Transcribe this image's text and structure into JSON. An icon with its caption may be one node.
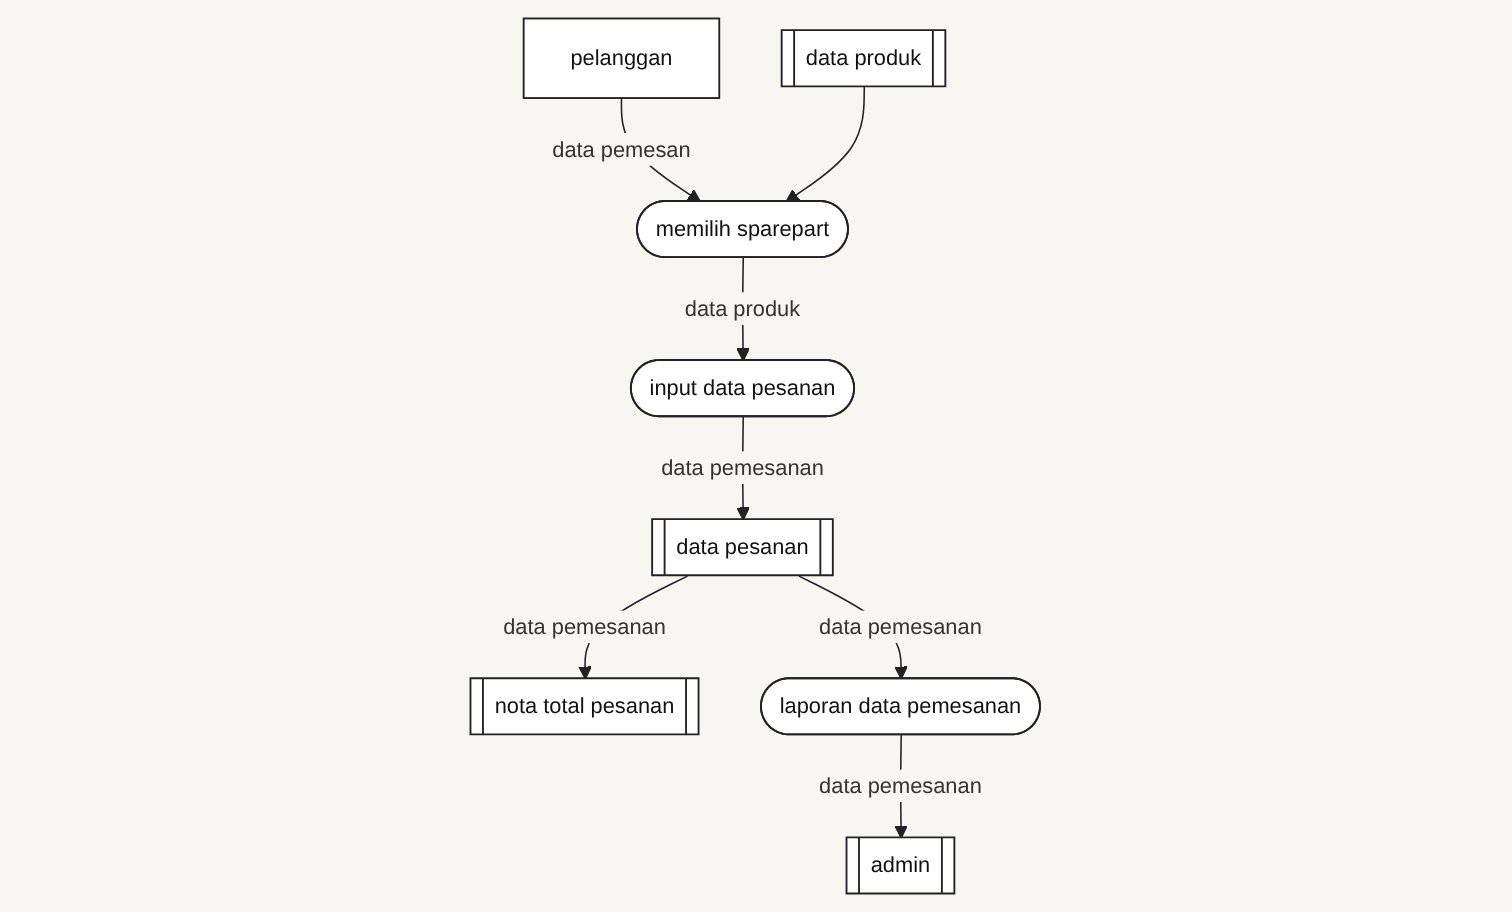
{
  "diagram": {
    "nodes": [
      {
        "text": [
          "memilih sparepart"
        ]
      },
      {
        "text": [
          "pelanggan"
        ]
      },
      {
        "text": [
          "data produk"
        ]
      },
      {
        "text": [
          "input data pesanan"
        ]
      },
      {
        "text": [
          "data pesanan"
        ]
      },
      {
        "text": [
          "nota total pesanan"
        ]
      },
      {
        "text": [
          "admin"
        ]
      },
      {
        "text": [
          "laporan data pemesanan"
        ]
      }
    ],
    "edges": [
      {
        "from": 1,
        "to": 0,
        "arrow": "to",
        "label": "data pemesan"
      },
      {
        "from": 2,
        "to": 0,
        "arrow": "to"
      },
      {
        "from": 0,
        "to": 3,
        "arrow": "to",
        "label": "data produk"
      },
      {
        "from": 3,
        "to": 4,
        "arrow": "to",
        "label": "data pemesanan"
      },
      {
        "from": 4,
        "to": 5,
        "arrow": "to",
        "label": "data pemesanan"
      },
      {
        "from": 4,
        "to": 7,
        "arrow": "to",
        "label": "data pemesanan"
      },
      {
        "from": 7,
        "to": 6,
        "arrow": "to",
        "label": "data pemesanan"
      }
    ]
  }
}
